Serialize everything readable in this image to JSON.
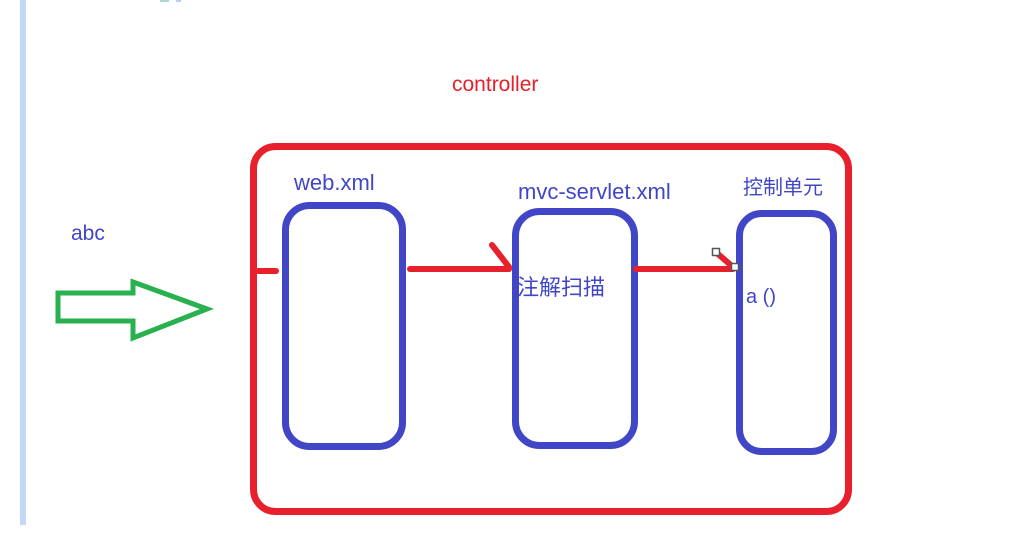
{
  "diagram": {
    "title": "controller",
    "side_label": "abc",
    "boxes": [
      {
        "label": "web.xml",
        "text": ""
      },
      {
        "label": "mvc-servlet.xml",
        "text": "注解扫描"
      },
      {
        "label": "控制单元",
        "text": "a ()"
      }
    ],
    "colors": {
      "container_stroke": "#e8202c",
      "box_stroke": "#4146c6",
      "arrow_stroke": "#e8202c",
      "big_arrow_stroke": "#2ab14f",
      "guide_line": "#c3d7f7",
      "title_text": "#e8202c",
      "label_text": "#4146c6",
      "handle_fill": "#ffffff",
      "handle_border": "#555555"
    }
  }
}
